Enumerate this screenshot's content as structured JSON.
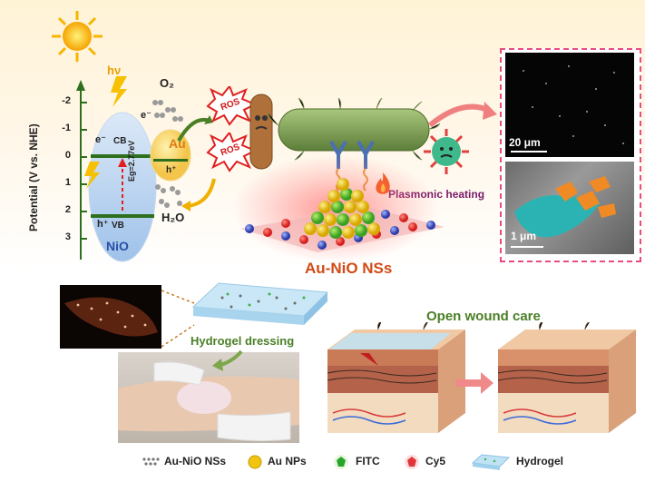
{
  "band_diagram": {
    "y_axis_label": "Potential (V vs. NHE)",
    "ticks": [
      "-2",
      "-1",
      "0",
      "1",
      "2",
      "3"
    ],
    "cb_label": "CB",
    "vb_label": "VB",
    "electron_label": "e⁻",
    "hole_label": "h⁺",
    "gap_label": "Eg=2.77eV",
    "material_label": "NiO",
    "metal_label": "Au",
    "light_label": "hν",
    "o2_label": "O₂",
    "h2o_label": "H₂O",
    "metal_electron": "e⁻",
    "metal_hole": "h⁺"
  },
  "center": {
    "ros_1": "ROS",
    "ros_2": "ROS",
    "heating_label": "Plasmonic heating",
    "nanostructure_label": "Au-NiO NSs"
  },
  "micrographs": {
    "scale_top": "20 μm",
    "scale_bottom": "1 μm"
  },
  "bottom": {
    "dressing_label": "Hydrogel dressing",
    "wound_title": "Open wound care"
  },
  "legend": [
    {
      "label": "Au-NiO NSs"
    },
    {
      "label": "Au NPs"
    },
    {
      "label": "FITC"
    },
    {
      "label": "Cy5"
    },
    {
      "label": "Hydrogel"
    }
  ],
  "colors": {
    "nio_sphere": "#bfd6f0",
    "au_sphere": "#f6cf55",
    "bacteria": "#7fa05a",
    "dashed_border": "#e94c7e",
    "title_green": "#4a7f25",
    "nanostructure_text": "#d24a16"
  }
}
